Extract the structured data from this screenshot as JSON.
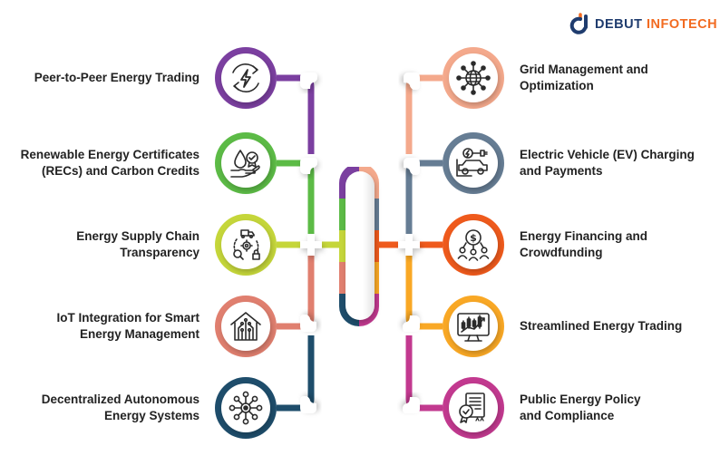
{
  "brand": {
    "word1": "DEBUT",
    "word2": "INFOTECH",
    "color1": "#1f3c6e",
    "color2": "#f26b21"
  },
  "left_items": [
    {
      "lines": [
        "Peer-to-Peer Energy Trading"
      ],
      "color": "#7b3fa0",
      "icon": "energy-cycle-icon"
    },
    {
      "lines": [
        "Renewable Energy Certificates",
        "(RECs) and Carbon Credits"
      ],
      "color": "#5cbb46",
      "icon": "water-certificate-hand-icon"
    },
    {
      "lines": [
        "Energy Supply Chain",
        "Transparency"
      ],
      "color": "#c5d63a",
      "icon": "supply-chain-icon"
    },
    {
      "lines": [
        "IoT Integration for Smart",
        "Energy Management"
      ],
      "color": "#e07f6f",
      "icon": "smart-home-circuit-icon"
    },
    {
      "lines": [
        "Decentralized Autonomous",
        "Energy Systems"
      ],
      "color": "#1e4d6b",
      "icon": "network-hub-icon"
    }
  ],
  "right_items": [
    {
      "lines": [
        "Grid Management and",
        "Optimization"
      ],
      "color": "#f4a98c",
      "icon": "globe-network-icon"
    },
    {
      "lines": [
        "Electric Vehicle (EV) Charging",
        "and Payments"
      ],
      "color": "#667d94",
      "icon": "ev-charging-icon"
    },
    {
      "lines": [
        "Energy Financing and",
        "Crowdfunding"
      ],
      "color": "#ef5a1c",
      "icon": "crowdfunding-icon"
    },
    {
      "lines": [
        "Streamlined Energy Trading"
      ],
      "color": "#f9a825",
      "icon": "trading-chart-icon"
    },
    {
      "lines": [
        "Public Energy Policy",
        "and Compliance"
      ],
      "color": "#c2398f",
      "icon": "policy-document-icon"
    }
  ]
}
